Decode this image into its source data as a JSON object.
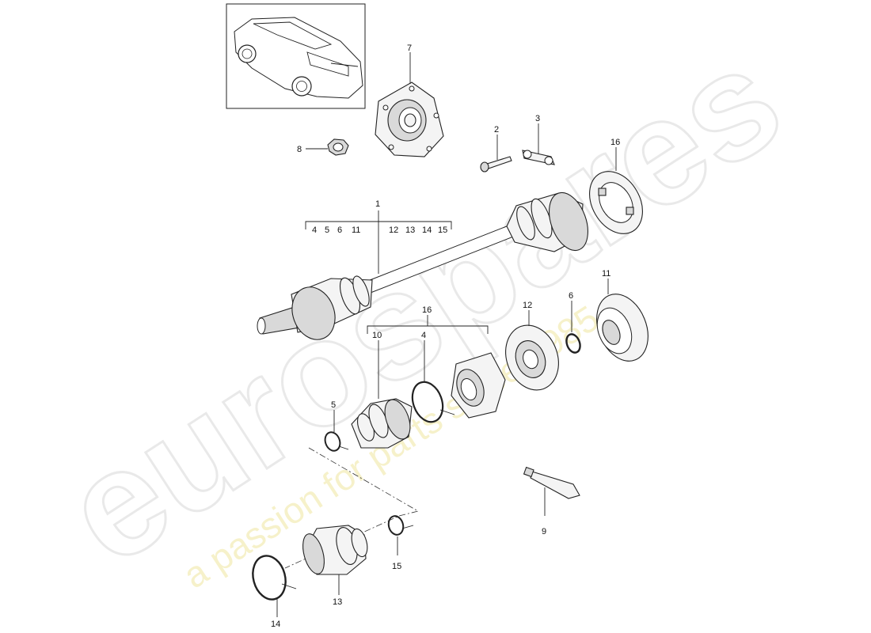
{
  "watermark": {
    "brand": "eurospares",
    "tagline": "a passion for parts since 1985"
  },
  "callouts": {
    "c1": "1",
    "c2": "2",
    "c3": "3",
    "c4": "4",
    "c5": "5",
    "c6": "6",
    "c7": "7",
    "c8": "8",
    "c9": "9",
    "c10": "10",
    "c11": "11",
    "c12": "12",
    "c13": "13",
    "c14": "14",
    "c15": "15",
    "c16a": "16",
    "c16b": "16"
  },
  "group1_items": [
    "4",
    "5",
    "6",
    "11",
    "12",
    "13",
    "14",
    "15"
  ]
}
